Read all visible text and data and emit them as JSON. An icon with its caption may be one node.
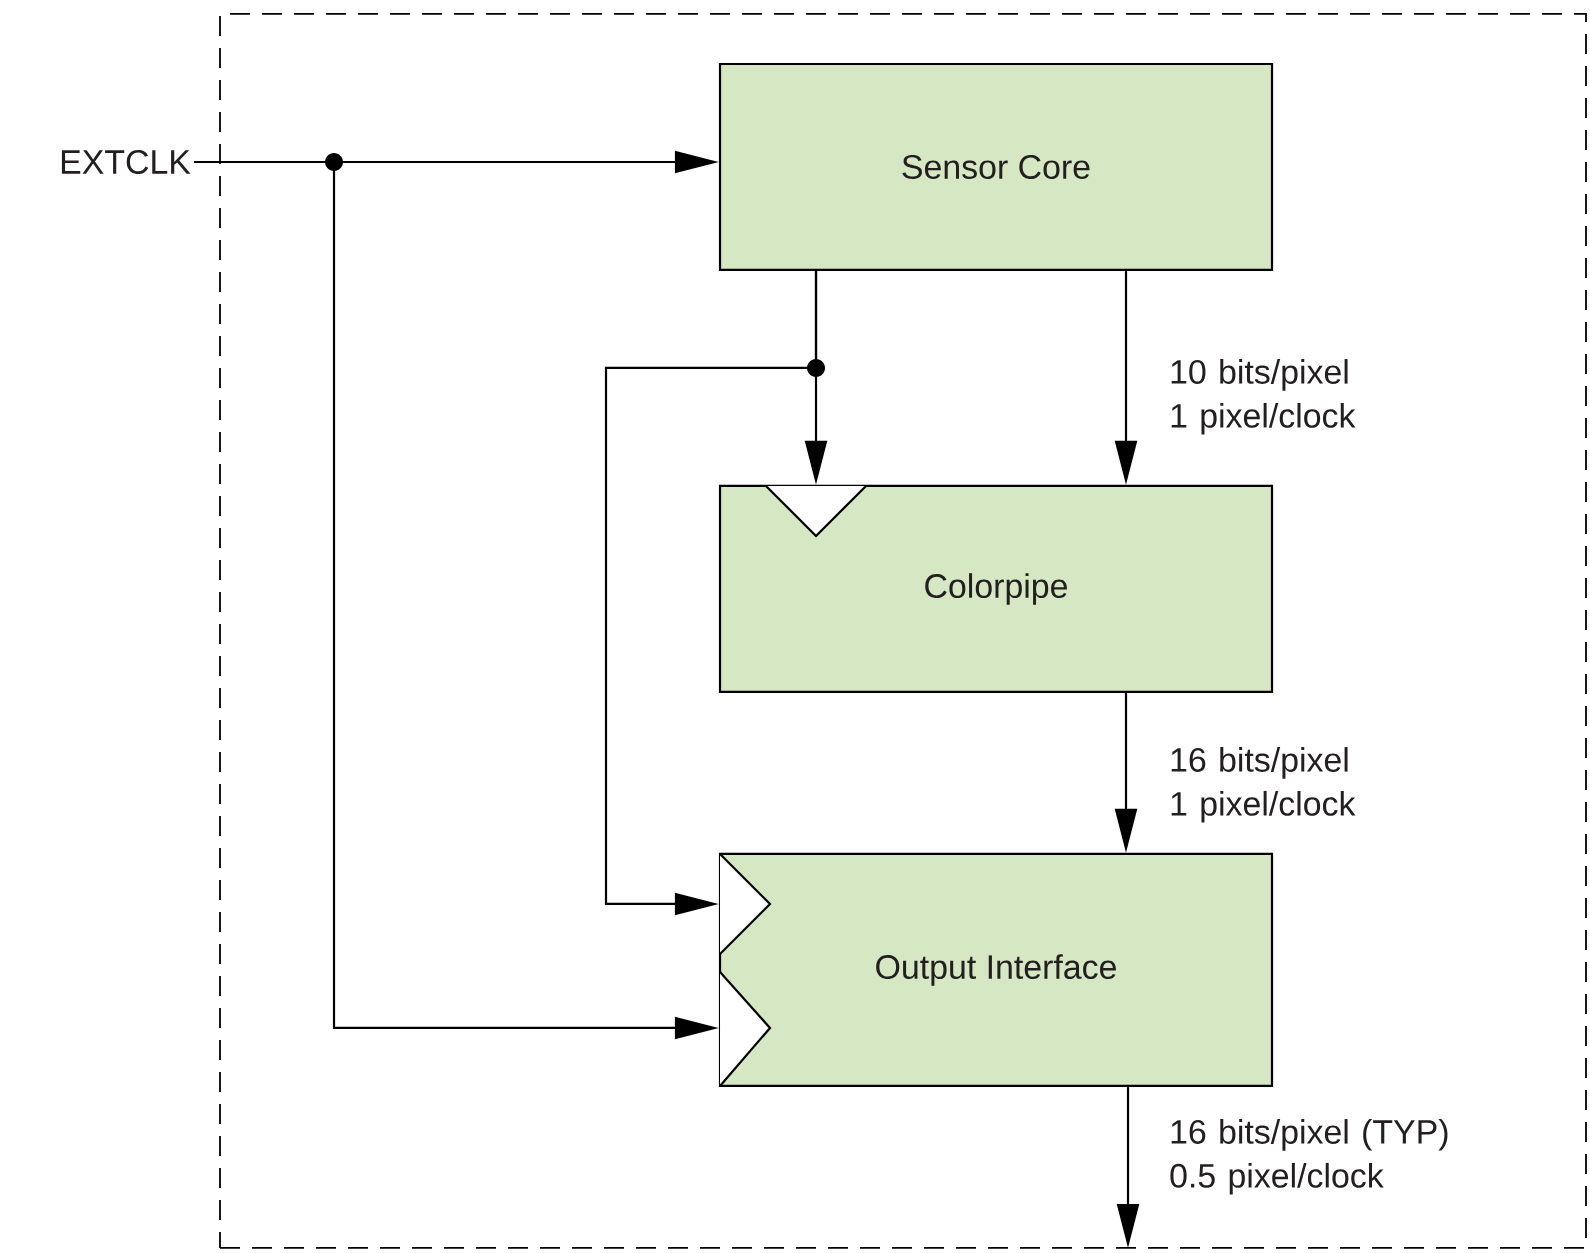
{
  "diagram": {
    "nodes": [
      {
        "text": [],
        "shape": "box"
      },
      {
        "text": [
          "Sensor Core"
        ],
        "in": 0
      },
      {
        "text": [
          "Colorpipe"
        ],
        "in": 0
      },
      {
        "text": [
          "Output Interface"
        ],
        "in": 0
      },
      {
        "text": [
          "EXTCLK"
        ]
      }
    ],
    "edges": [
      {
        "from": 4,
        "to": 1,
        "arrow": "to"
      },
      {
        "from": 4,
        "to": 3,
        "arrow": "to"
      },
      {
        "from": 1,
        "to": 2,
        "arrow": "to"
      },
      {
        "from": 1,
        "to": 3,
        "arrow": "to"
      },
      {
        "from": 1,
        "to": 2,
        "arrow": "to",
        "label": "10 bits/pixel 1 pixel/clock"
      },
      {
        "from": 2,
        "to": 3,
        "arrow": "to",
        "label": "16 bits/pixel 1 pixel/clock"
      },
      {
        "from": 3,
        "to": null,
        "arrow": "to",
        "label": "16 bits/pixel (TYP) 0.5 pixel/clock"
      }
    ]
  }
}
